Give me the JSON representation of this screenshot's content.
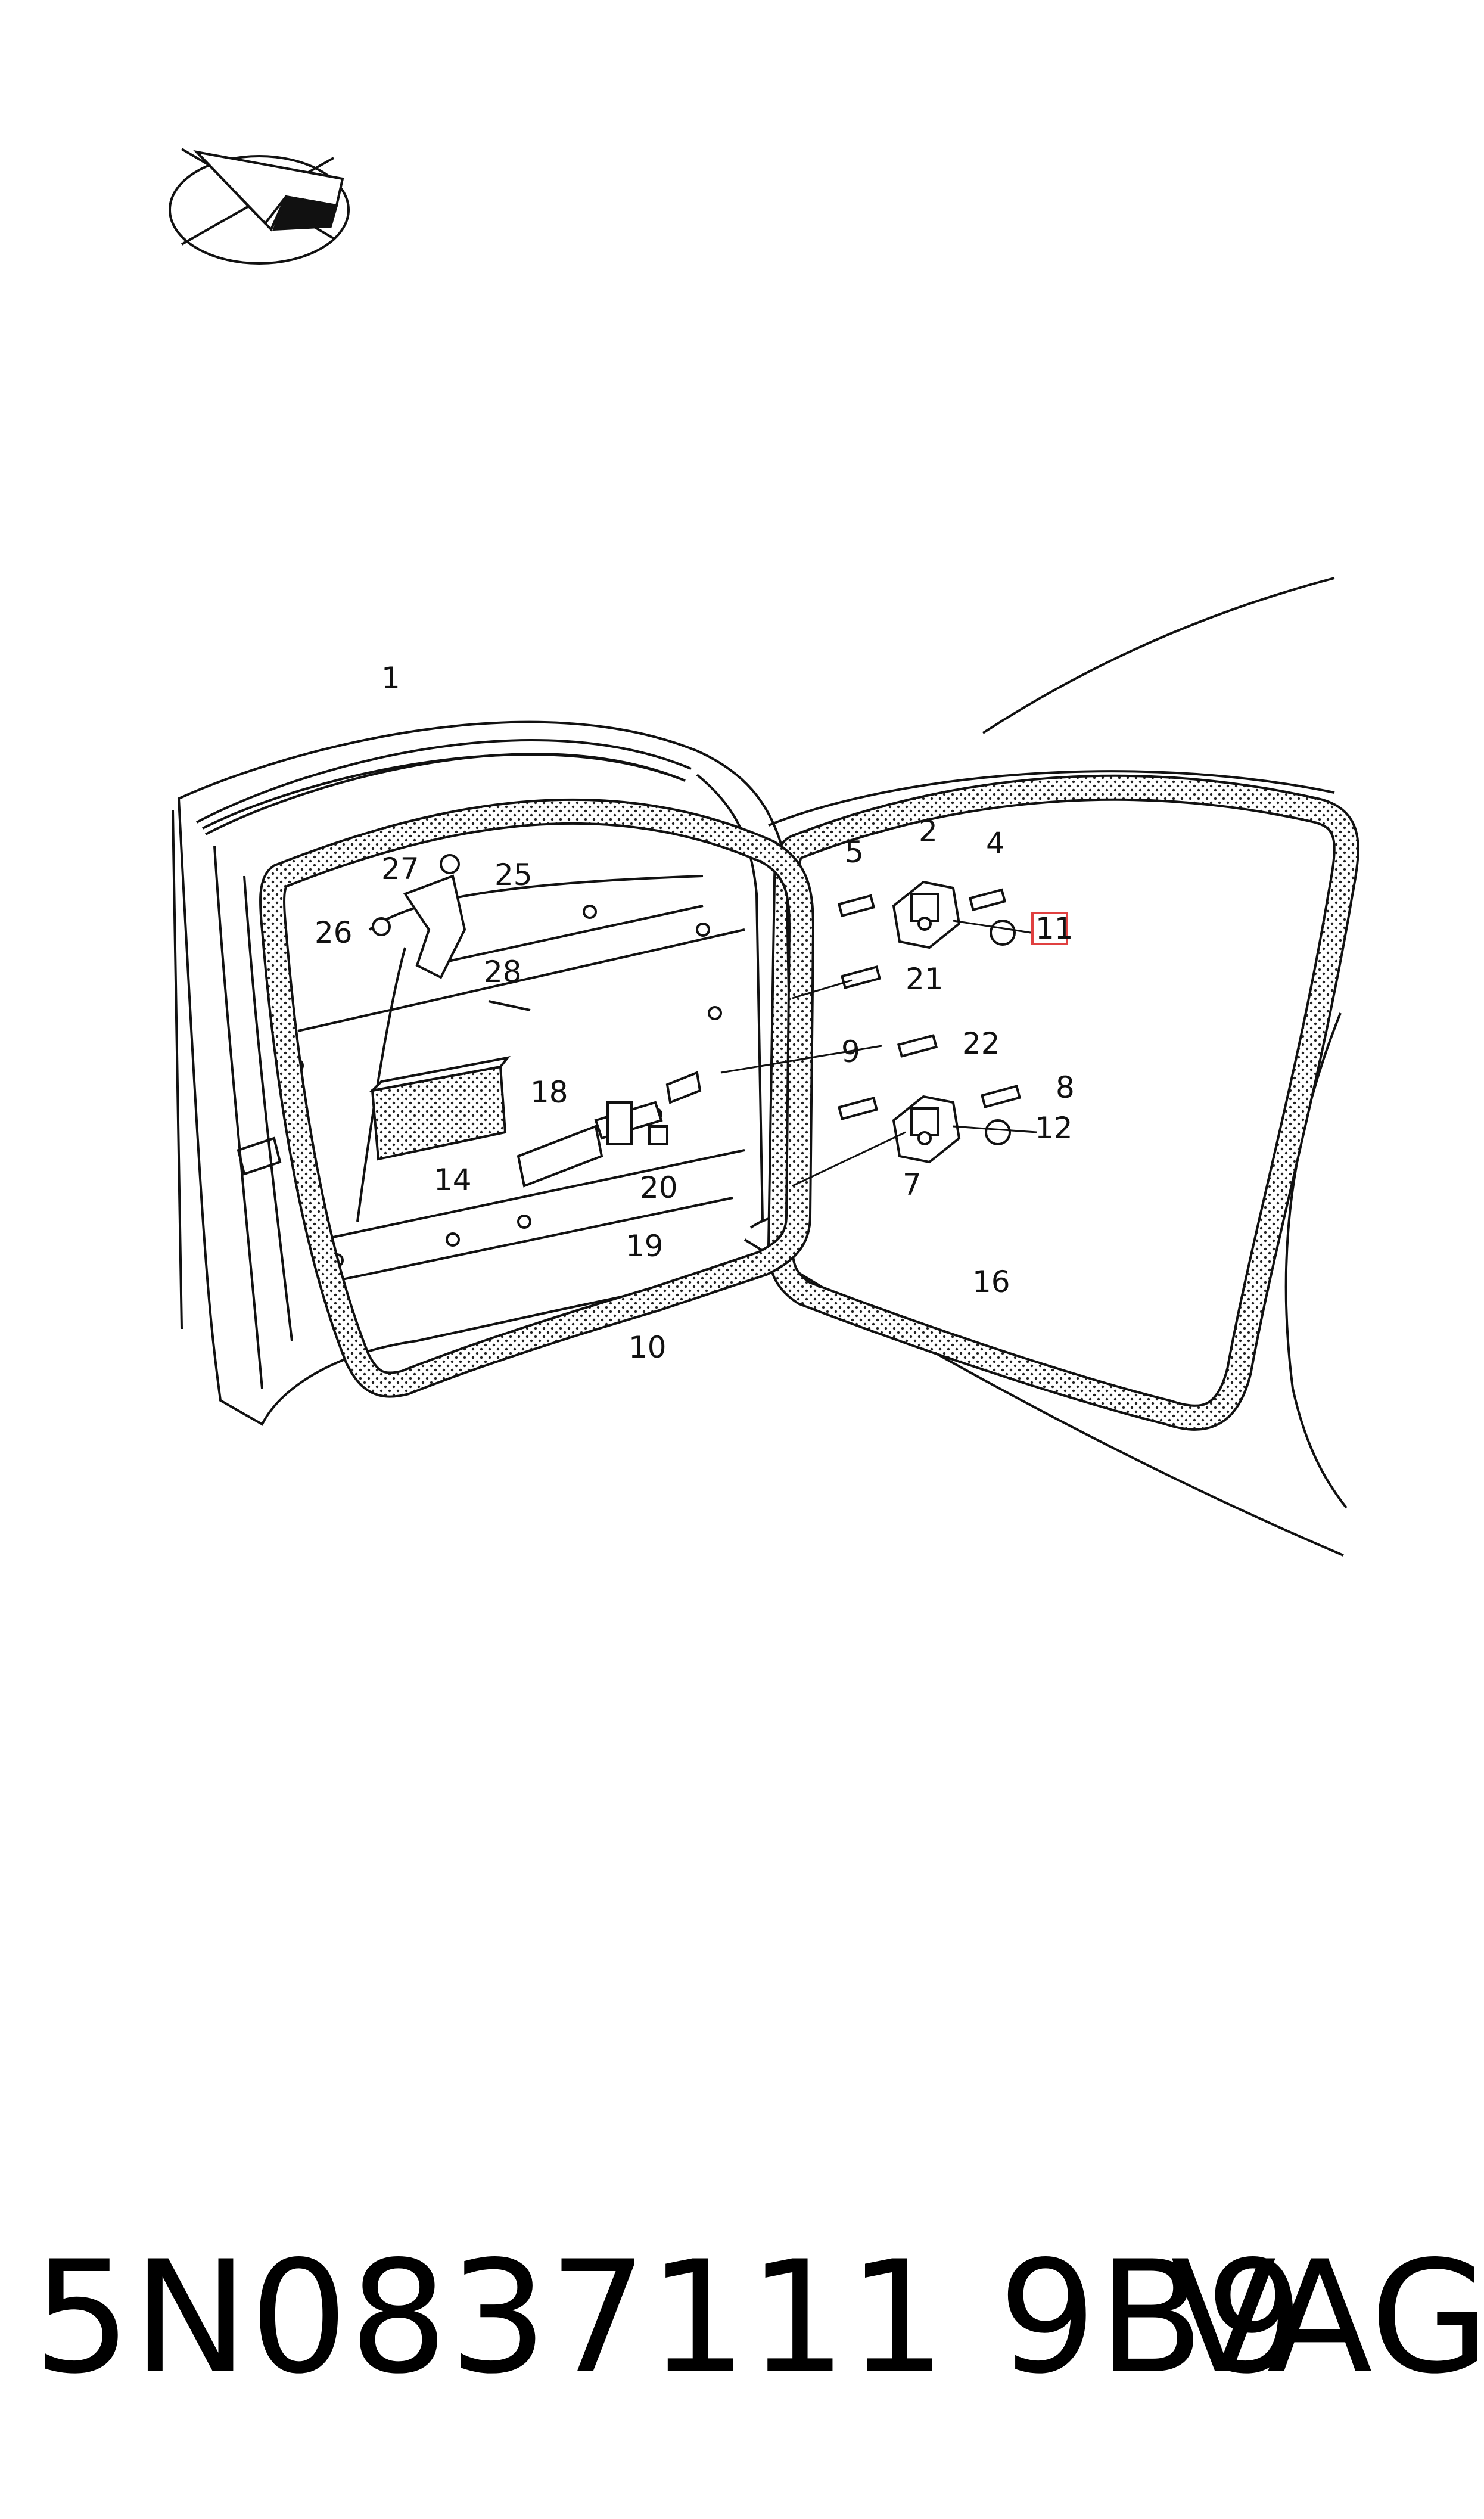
{
  "diagram": {
    "callouts": {
      "c1": "1",
      "c2": "2",
      "c4": "4",
      "c5": "5",
      "c7": "7",
      "c8": "8",
      "c9": "9",
      "c10": "10",
      "c11": "11",
      "c12": "12",
      "c14": "14",
      "c16": "16",
      "c18": "18",
      "c19": "19",
      "c20": "20",
      "c21": "21",
      "c22": "22",
      "c25": "25",
      "c26": "26",
      "c27": "27",
      "c28": "28"
    },
    "highlight_color": "#e04040",
    "line_color": "#111111",
    "seal_fill_color": "#e8e8e8"
  },
  "footer": {
    "part_number": "5N0837111 9B9",
    "brand": "VAG"
  },
  "icons": {
    "orientation": "orientation-arrow-icon"
  }
}
